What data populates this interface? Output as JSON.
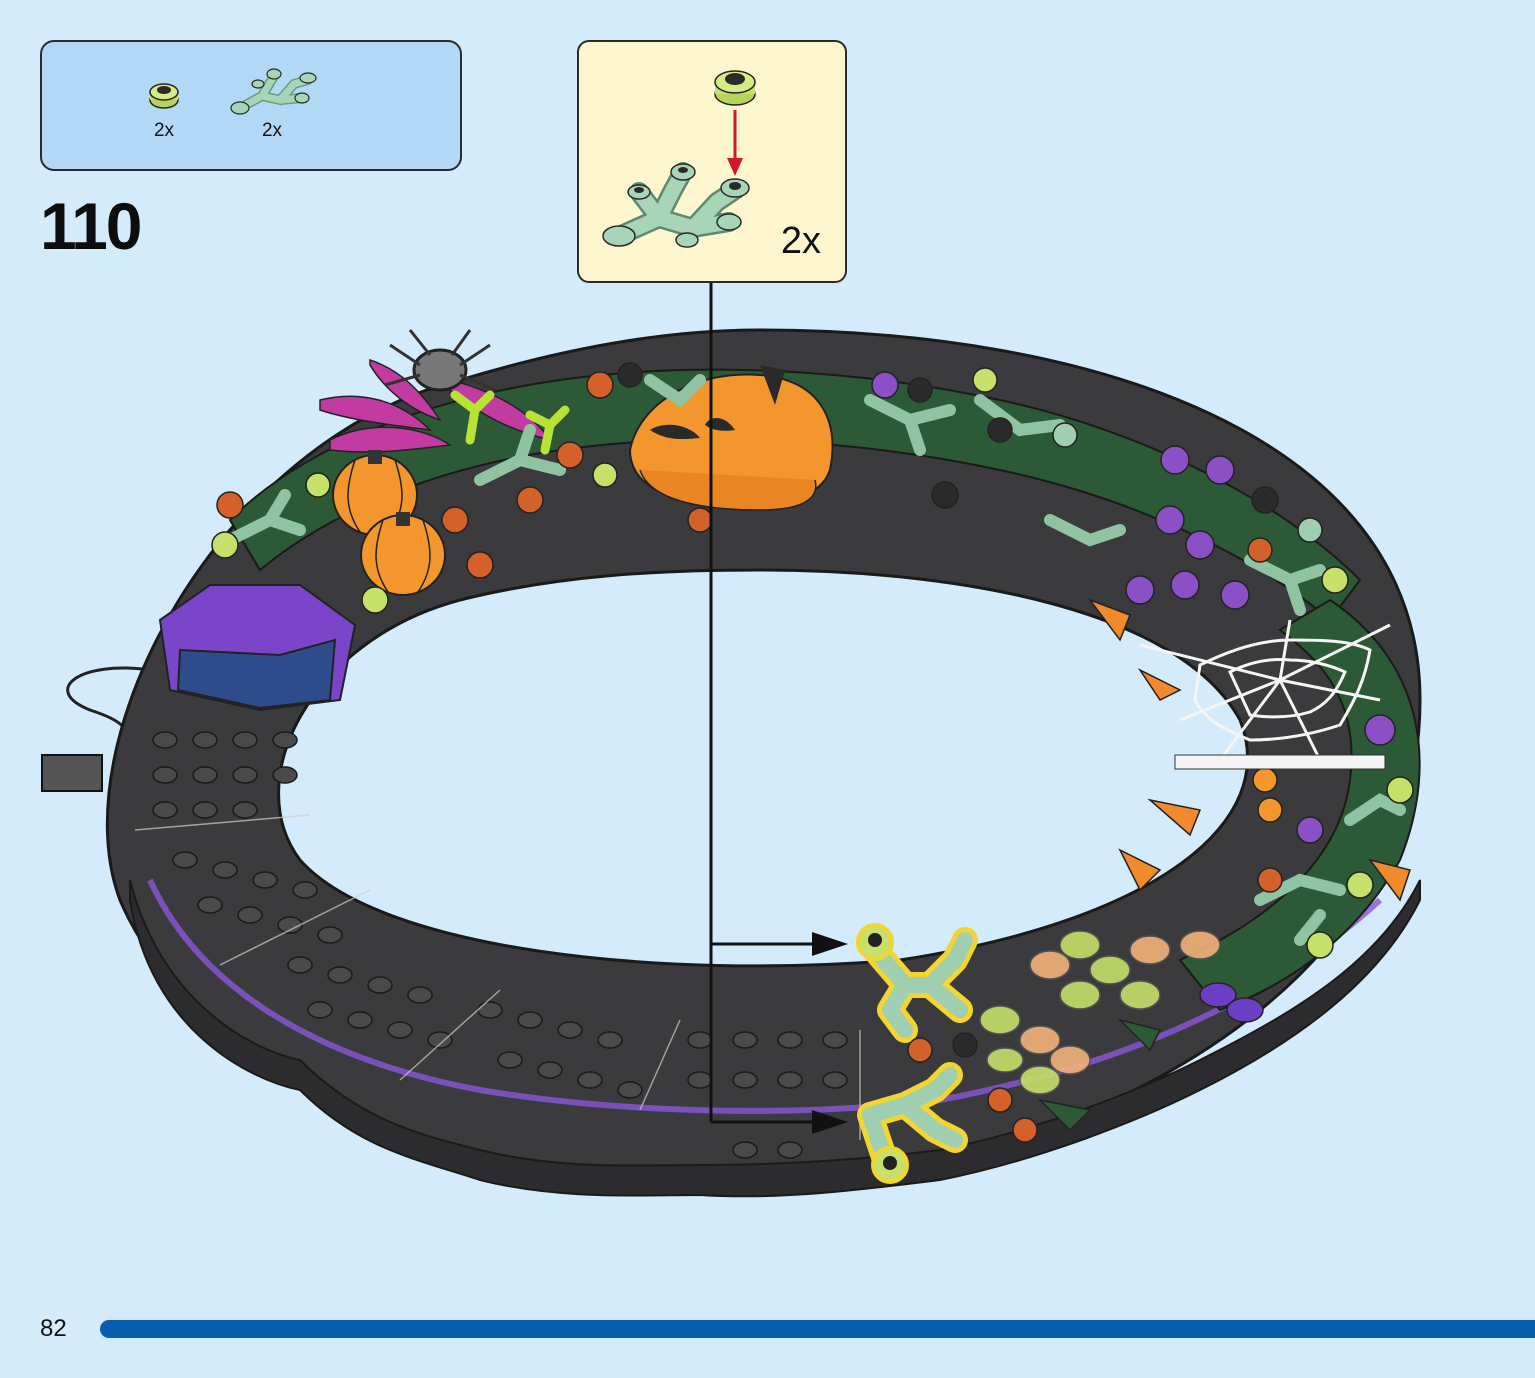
{
  "parts_list": {
    "items": [
      {
        "name": "round-plate-lime",
        "quantity": "2x"
      },
      {
        "name": "plant-branch-sand-green",
        "quantity": "2x"
      }
    ]
  },
  "step": {
    "number": "110"
  },
  "sub_assembly": {
    "quantity": "2x"
  },
  "footer": {
    "page_number": "82"
  },
  "colors": {
    "background": "#d3ebfb",
    "parts_box": "#b2d8f5",
    "sub_box": "#fef6cf",
    "sand_green": "#9fcfb0",
    "lime": "#c6e06a",
    "dark_stone": "#3b3b3d",
    "orange": "#f2962d",
    "purple": "#8b4fc6",
    "dark_green": "#2d5a36",
    "highlight": "#f2d531",
    "arrow_red": "#d0192c",
    "progress": "#0a5eb0"
  }
}
